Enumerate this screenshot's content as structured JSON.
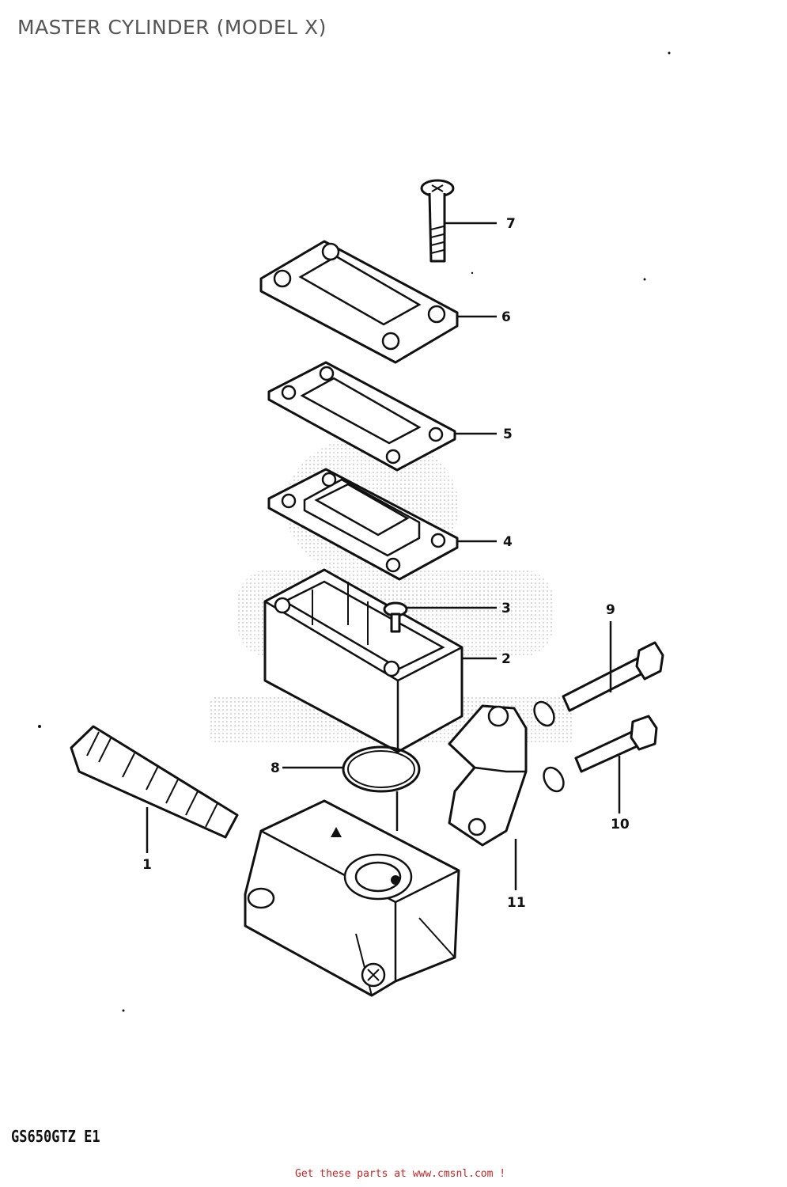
{
  "page": {
    "title": "MASTER CYLINDER (MODEL X)",
    "model_code": "GS650GTZ E1",
    "footer": "Get these parts at www.cmsnl.com !"
  },
  "callouts": [
    "1",
    "2",
    "3",
    "4",
    "5",
    "6",
    "7",
    "8",
    "9",
    "10",
    "11"
  ],
  "watermark": "cmsnl"
}
